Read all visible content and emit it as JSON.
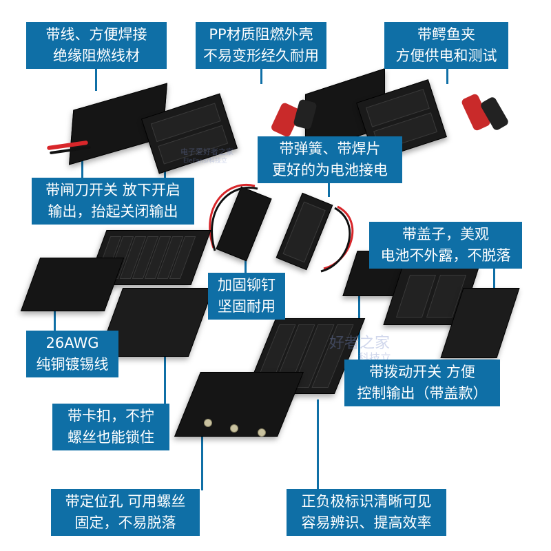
{
  "labels": {
    "l1": [
      "带线、方便焊接",
      "绝缘阻燃线材"
    ],
    "l2": [
      "PP材质阻燃外壳",
      "不易变形经久耐用"
    ],
    "l3": [
      "带鳄鱼夹",
      "方便供电和测试"
    ],
    "l4": [
      "带弹簧、带焊片",
      "更好的为电池接电"
    ],
    "l5": [
      "带闸刀开关 放下开启",
      "输出，抬起关闭输出"
    ],
    "l6": [
      "带盖子，美观",
      "电池不外露，不脱落"
    ],
    "l7": [
      "加固铆钉",
      "坚固耐用"
    ],
    "l8": [
      "26AWG",
      "纯铜镀锡线"
    ],
    "l9": [
      "带拨动开关 方便",
      "控制输出（带盖款）"
    ],
    "l10": [
      "带卡扣，不拧",
      "螺丝也能锁住"
    ],
    "l11": [
      "带定位孔 可用螺丝",
      "固定，不易脱落"
    ],
    "l12": [
      "正负极标识清晰可见",
      "容易辨识、提高效率"
    ]
  },
  "watermarks": {
    "small": "电子爱好者之家",
    "small2": "EleFans/科技立",
    "large": "好者之家",
    "large2": "科技立"
  },
  "colors": {
    "accent": "#0f6fa6",
    "plastic": "#151515",
    "wire_red": "#d8262a",
    "wire_black": "#111111"
  }
}
